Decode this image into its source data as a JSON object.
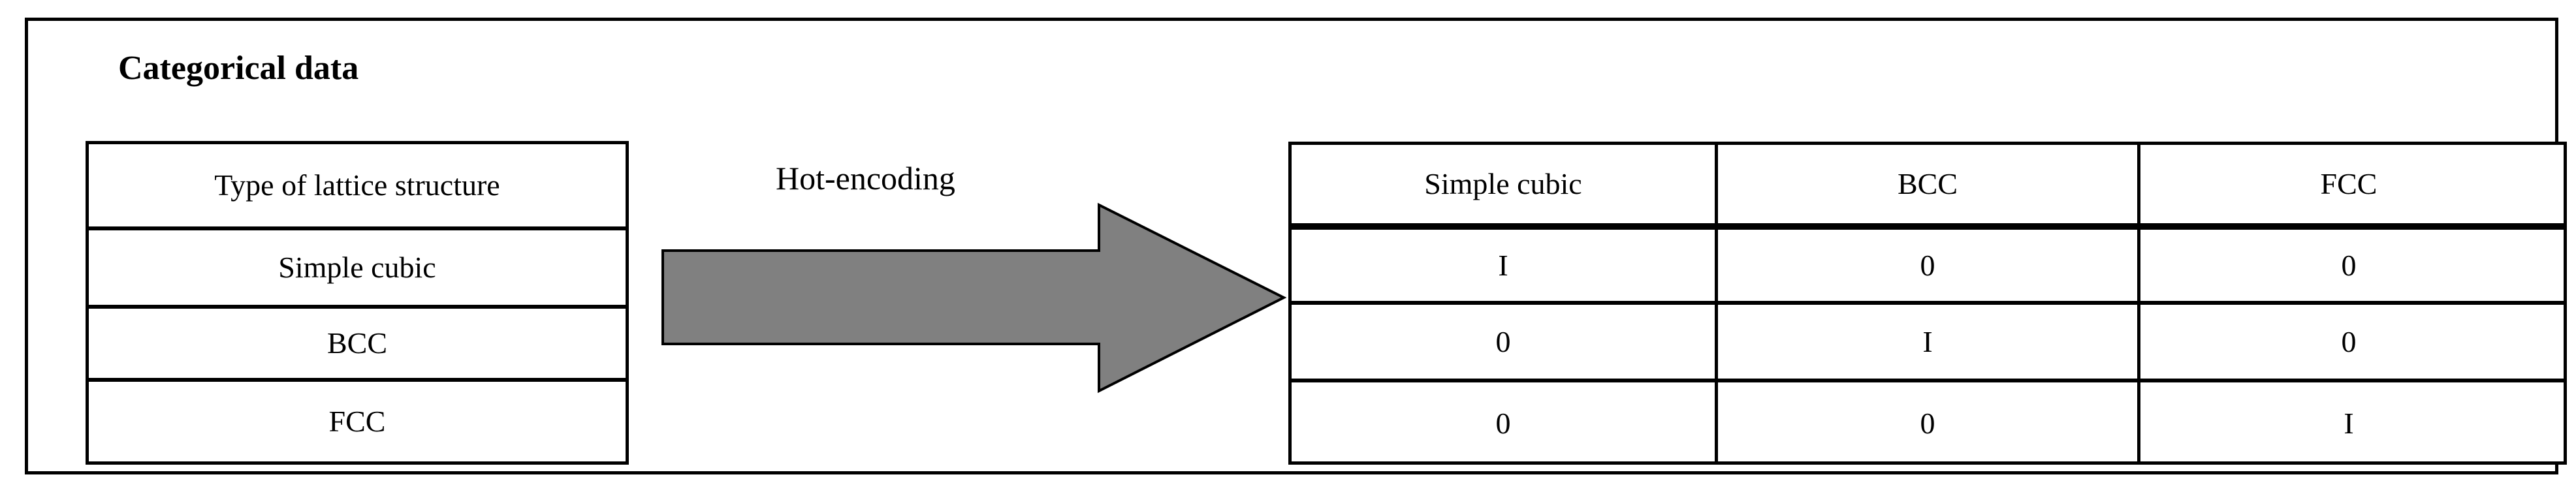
{
  "figure": {
    "title": "Categorical data",
    "arrow_label": "Hot-encoding",
    "colors": {
      "arrow_fill": "#808080",
      "arrow_stroke": "#000000",
      "frame": "#000000",
      "background": "#ffffff"
    }
  },
  "categorical_table": {
    "header": "Type of lattice structure",
    "rows": [
      "Simple cubic",
      "BCC",
      "FCC"
    ]
  },
  "encoded_table": {
    "headers": [
      "Simple cubic",
      "BCC",
      "FCC"
    ],
    "rows": [
      [
        "I",
        "0",
        "0"
      ],
      [
        "0",
        "I",
        "0"
      ],
      [
        "0",
        "0",
        "I"
      ]
    ]
  },
  "chart_data": {
    "type": "table",
    "title": "Categorical data",
    "annotations": [
      "Hot-encoding"
    ],
    "tables": [
      {
        "name": "categorical-data",
        "columns": [
          "Type of lattice structure"
        ],
        "rows": [
          [
            "Simple cubic"
          ],
          [
            "BCC"
          ],
          [
            "FCC"
          ]
        ]
      },
      {
        "name": "one-hot-encoded",
        "columns": [
          "Simple cubic",
          "BCC",
          "FCC"
        ],
        "rows": [
          [
            "I",
            "0",
            "0"
          ],
          [
            "0",
            "I",
            "0"
          ],
          [
            "0",
            "0",
            "I"
          ]
        ]
      }
    ]
  }
}
